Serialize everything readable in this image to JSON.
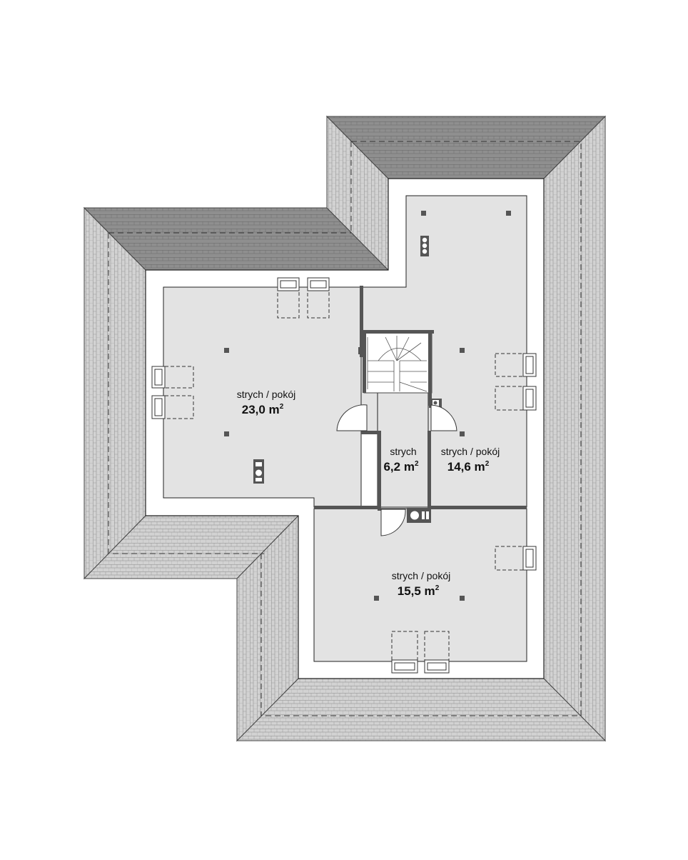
{
  "rooms": [
    {
      "id": "room-23",
      "name": "strych / pokój",
      "area": "23,0 m",
      "area_sup": "2"
    },
    {
      "id": "room-6",
      "name": "strych",
      "area": "6,2 m",
      "area_sup": "2"
    },
    {
      "id": "room-14",
      "name": "strych / pokój",
      "area": "14,6 m",
      "area_sup": "2"
    },
    {
      "id": "room-15",
      "name": "strych / pokój",
      "area": "15,5 m",
      "area_sup": "2"
    }
  ],
  "colors": {
    "roof_slope": "#cfcfcf",
    "roof_dark": "#8e8e8e",
    "roof_lines": "#777777",
    "floor": "#e3e3e3",
    "wall": "#555555",
    "outline": "#333333"
  }
}
